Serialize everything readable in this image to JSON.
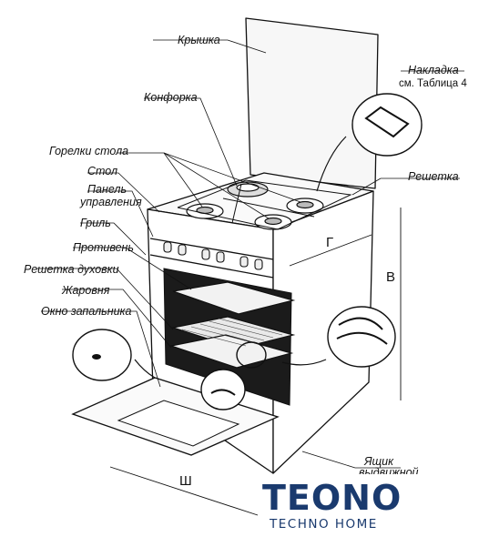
{
  "labels": {
    "lid": "Крышка",
    "burner": "Конфорка",
    "table_burners": "Горелки стола",
    "table": "Стол",
    "control_panel_1": "Панель",
    "control_panel_2": "управления",
    "grill": "Гриль",
    "baking_tray": "Противень",
    "oven_rack": "Решетка духовки",
    "roasting_pan": "Жаровня",
    "ignition_window": "Окно запальника",
    "overlay_1": "Накладка",
    "overlay_2": "см. Таблица 4",
    "grate": "Решетка",
    "drawer_1": "Ящик",
    "drawer_2": "выдвижной"
  },
  "dimensions": {
    "depth": "Г",
    "height": "В",
    "width": "Ш"
  },
  "logo": {
    "brand": "TEONO",
    "tagline": "TECHNO HOME",
    "color": "#1a3a6e"
  }
}
